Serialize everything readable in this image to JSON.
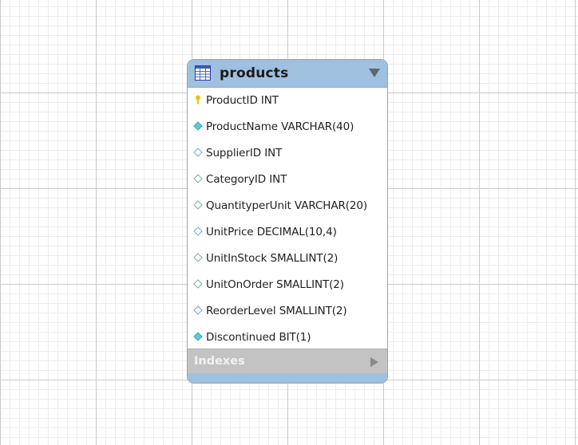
{
  "entity": {
    "name": "products",
    "header_color": "#9fc0df",
    "columns": [
      {
        "label": "ProductID INT",
        "icon": "primary-key-icon"
      },
      {
        "label": "ProductName VARCHAR(40)",
        "icon": "not-null-column-icon"
      },
      {
        "label": "SupplierID INT",
        "icon": "nullable-column-icon"
      },
      {
        "label": "CategoryID INT",
        "icon": "nullable-column-icon"
      },
      {
        "label": "QuantityperUnit VARCHAR(20)",
        "icon": "nullable-column-icon"
      },
      {
        "label": "UnitPrice DECIMAL(10,4)",
        "icon": "nullable-column-icon"
      },
      {
        "label": "UnitInStock SMALLINT(2)",
        "icon": "nullable-column-icon"
      },
      {
        "label": "UnitOnOrder SMALLINT(2)",
        "icon": "nullable-column-icon"
      },
      {
        "label": "ReorderLevel SMALLINT(2)",
        "icon": "nullable-column-icon"
      },
      {
        "label": "Discontinued BIT(1)",
        "icon": "not-null-column-icon"
      }
    ],
    "indexes_label": "Indexes"
  },
  "colors": {
    "primary_key": "#f2c200",
    "not_null_column": "#5fc8d8",
    "nullable_column_outline": "#7aaab5"
  }
}
